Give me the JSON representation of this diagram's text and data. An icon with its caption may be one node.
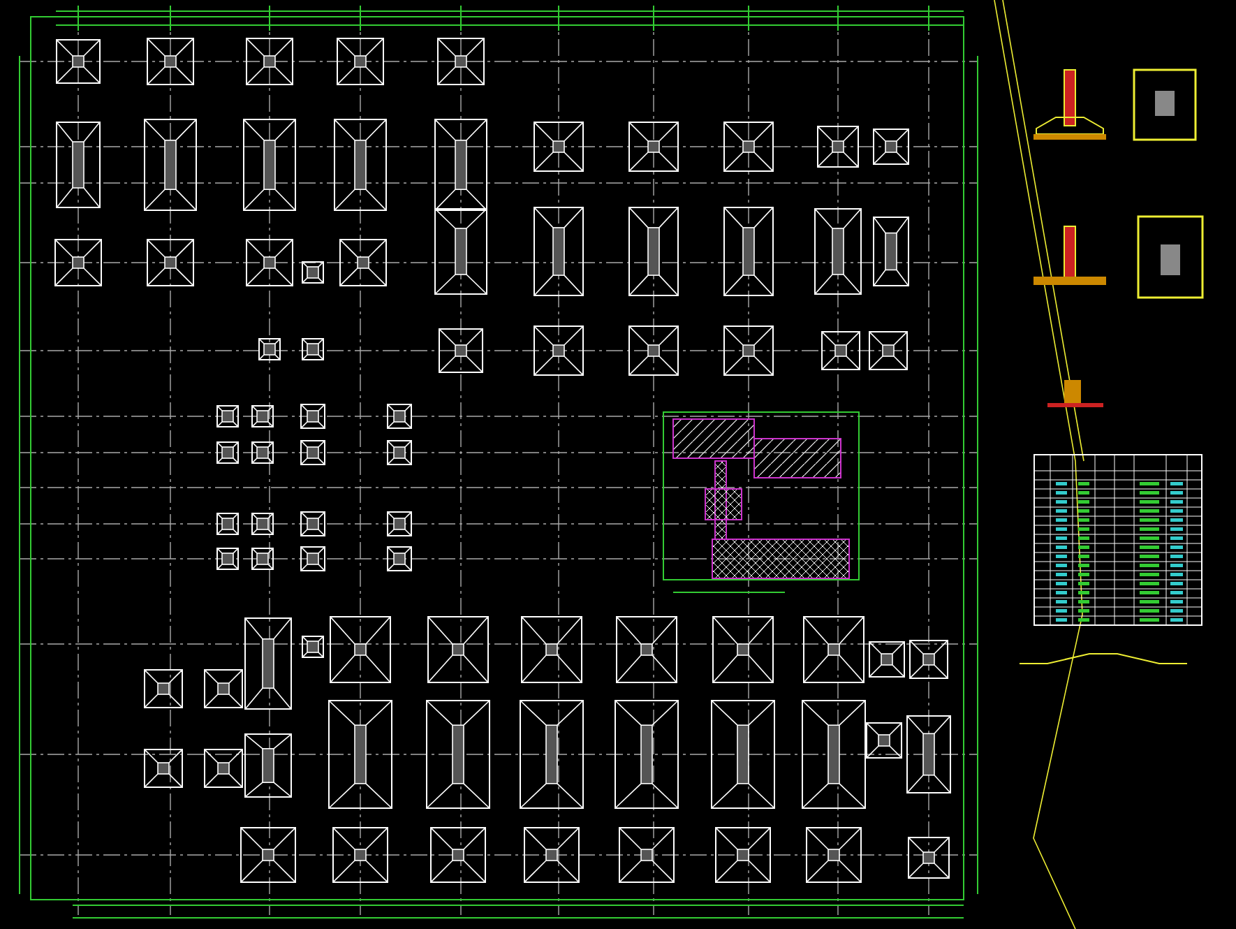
{
  "diagram": {
    "nodes": [
      {
        "text": [],
        "shape": "box"
      },
      {
        "text": [],
        "shape": "box"
      },
      {
        "text": [],
        "shape": "box"
      },
      {
        "text": [],
        "shape": "box"
      },
      {
        "text": [],
        "shape": "box"
      },
      {
        "text": [],
        "shape": "box"
      },
      {
        "text": [],
        "shape": "box"
      },
      {
        "text": [],
        "shape": "box"
      },
      {
        "text": [],
        "shape": "box"
      },
      {
        "text": [],
        "shape": "box"
      },
      {
        "text": [],
        "shape": "box"
      },
      {
        "text": [],
        "shape": "box"
      },
      {
        "text": [],
        "shape": "box"
      },
      {
        "text": [],
        "shape": "box"
      },
      {
        "text": [],
        "shape": "box"
      },
      {
        "text": [],
        "shape": "box"
      },
      {
        "text": [],
        "shape": "box"
      },
      {
        "text": [],
        "shape": "box"
      },
      {
        "text": [],
        "shape": "box"
      },
      {
        "text": [],
        "shape": "box"
      },
      {
        "text": [],
        "shape": "box"
      },
      {
        "text": [],
        "shape": "box"
      },
      {
        "text": [],
        "shape": "box"
      },
      {
        "text": [],
        "shape": "box"
      },
      {
        "text": [],
        "shape": "box"
      },
      {
        "text": [],
        "shape": "box"
      },
      {
        "text": [],
        "shape": "box"
      },
      {
        "text": [],
        "shape": "box"
      },
      {
        "text": [],
        "shape": "box"
      },
      {
        "text": [],
        "shape": "box"
      },
      {
        "text": [],
        "shape": "box"
      },
      {
        "text": [],
        "shape": "box"
      },
      {
        "text": [],
        "shape": "box"
      },
      {
        "text": [],
        "shape": "box"
      },
      {
        "text": [],
        "shape": "box"
      },
      {
        "text": [],
        "shape": "box"
      },
      {
        "text": [],
        "shape": "box"
      },
      {
        "text": [],
        "shape": "box"
      },
      {
        "text": [],
        "shape": "box"
      },
      {
        "text": [],
        "shape": "box"
      },
      {
        "text": [],
        "shape": "box"
      },
      {
        "text": [],
        "shape": "box"
      },
      {
        "text": [],
        "shape": "box"
      },
      {
        "text": [],
        "shape": "box"
      },
      {
        "text": [],
        "shape": "box"
      },
      {
        "text": [],
        "shape": "box"
      },
      {
        "text": [],
        "shape": "box"
      },
      {
        "text": [],
        "shape": "box"
      },
      {
        "text": [],
        "shape": "box"
      },
      {
        "text": [],
        "shape": "box"
      },
      {
        "text": [],
        "shape": "box"
      },
      {
        "text": [],
        "shape": "box"
      },
      {
        "text": [],
        "shape": "box"
      },
      {
        "text": [],
        "shape": "box"
      },
      {
        "text": [],
        "shape": "box"
      },
      {
        "text": [],
        "shape": "box"
      },
      {
        "text": [],
        "shape": "box"
      },
      {
        "text": [],
        "shape": "box"
      },
      {
        "text": [],
        "shape": "box"
      },
      {
        "text": [],
        "shape": "box"
      },
      {
        "text": [],
        "shape": "box"
      },
      {
        "text": [],
        "shape": "box"
      },
      {
        "text": [],
        "shape": "box"
      },
      {
        "text": [],
        "shape": "box"
      },
      {
        "text": [],
        "shape": "box"
      },
      {
        "text": [],
        "shape": "box"
      },
      {
        "text": [],
        "shape": "box"
      },
      {
        "text": [],
        "shape": "box"
      },
      {
        "text": [],
        "shape": "box"
      },
      {
        "text": [],
        "shape": "box"
      },
      {
        "text": [],
        "shape": "box"
      },
      {
        "text": [],
        "shape": "box"
      },
      {
        "text": [],
        "shape": "box"
      },
      {
        "text": [],
        "shape": "box"
      },
      {
        "text": [],
        "shape": "box"
      },
      {
        "text": [],
        "shape": "box"
      },
      {
        "text": [],
        "shape": "box"
      },
      {
        "text": [],
        "shape": "box"
      },
      {
        "text": [],
        "shape": "box"
      },
      {
        "text": [],
        "shape": "box"
      },
      {
        "text": [],
        "shape": "box"
      }
    ]
  }
}
